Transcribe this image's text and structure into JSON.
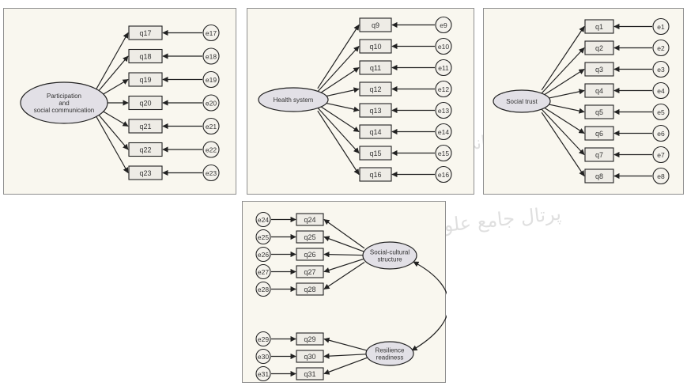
{
  "panels": [
    {
      "id": "panel-1",
      "factor": {
        "label": [
          "Participation",
          "and",
          "social communication"
        ]
      },
      "items": [
        "q17",
        "q18",
        "q19",
        "q20",
        "q21",
        "q22",
        "q23"
      ],
      "errors": [
        "e17",
        "e18",
        "e19",
        "e20",
        "e21",
        "e22",
        "e23"
      ]
    },
    {
      "id": "panel-2",
      "factor": {
        "label": [
          "Health system"
        ]
      },
      "items": [
        "q9",
        "q10",
        "q11",
        "q12",
        "q13",
        "q14",
        "q15",
        "q16"
      ],
      "errors": [
        "e9",
        "e10",
        "e11",
        "e12",
        "e13",
        "e14",
        "e15",
        "e16"
      ]
    },
    {
      "id": "panel-3",
      "factor": {
        "label": [
          "Social trust"
        ]
      },
      "items": [
        "q1",
        "q2",
        "q3",
        "q4",
        "q5",
        "q6",
        "q7",
        "q8"
      ],
      "errors": [
        "e1",
        "e2",
        "e3",
        "e4",
        "e5",
        "e6",
        "e7",
        "e8"
      ]
    },
    {
      "id": "panel-4",
      "factors": [
        {
          "label": [
            "Social-cultural",
            "structure"
          ]
        },
        {
          "label": [
            "Resilience",
            "readiness"
          ]
        }
      ],
      "items_top": [
        "q24",
        "q25",
        "q26",
        "q27",
        "q28"
      ],
      "errors_top": [
        "e24",
        "e25",
        "e26",
        "e27",
        "e28"
      ],
      "items_bottom": [
        "q29",
        "q30",
        "q31"
      ],
      "errors_bottom": [
        "e29",
        "e30",
        "e31"
      ]
    }
  ],
  "watermark": {
    "line1": "پژوهشگاه علوم انسانی و مطالعات فرهنگی",
    "line2": "پرتال جامع علوم انسانی"
  }
}
